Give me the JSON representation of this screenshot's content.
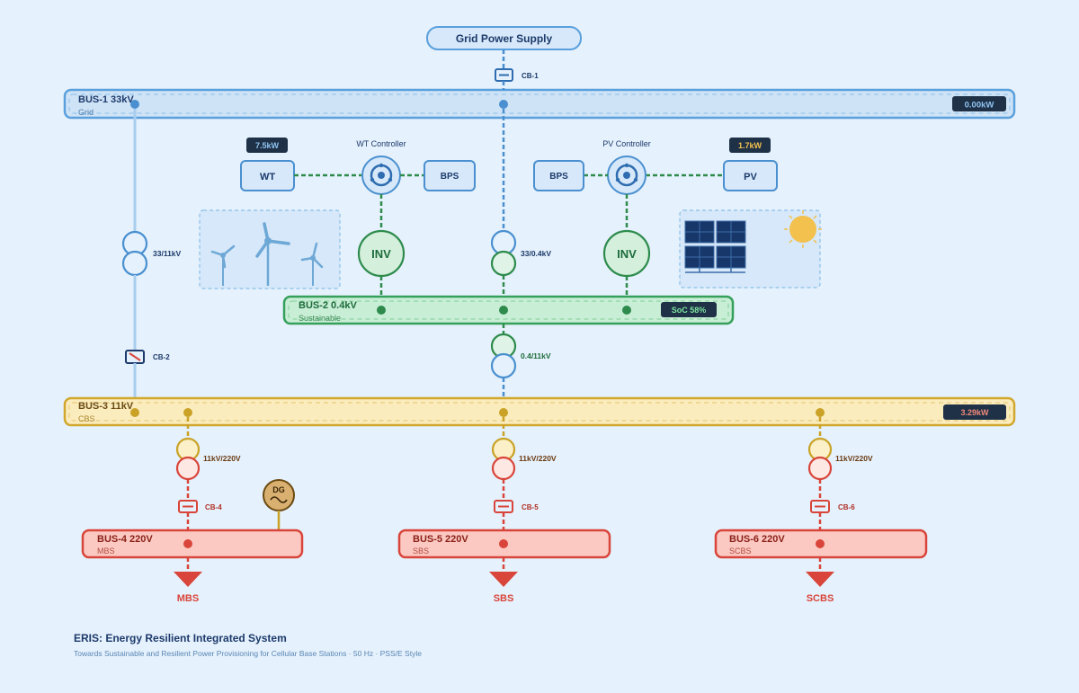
{
  "supply": {
    "label": "Grid Power Supply"
  },
  "breakers": {
    "cb1": "CB-1",
    "cb2": "CB-2",
    "cb4": "CB-4",
    "cb5": "CB-5",
    "cb6": "CB-6"
  },
  "bus1": {
    "name": "BUS-1 33kV",
    "sub": "Grid",
    "reading": "0.00kW"
  },
  "bus2": {
    "name": "BUS-2 0.4kV",
    "sub": "Sustainable",
    "reading": "SoC 58%"
  },
  "bus3": {
    "name": "BUS-3 11kV",
    "sub": "CBS",
    "reading": "3.29kW"
  },
  "bus4": {
    "name": "BUS-4 220V",
    "sub": "MBS"
  },
  "bus5": {
    "name": "BUS-5 220V",
    "sub": "SBS"
  },
  "bus6": {
    "name": "BUS-6 220V",
    "sub": "SCBS"
  },
  "wind": {
    "box": "WT",
    "reading": "7.5kW",
    "controller": "WT Controller",
    "bps": "BPS",
    "inv": "INV"
  },
  "solar": {
    "box": "PV",
    "reading": "1.7kW",
    "controller": "PV Controller",
    "bps": "BPS",
    "inv": "INV"
  },
  "transformers": {
    "t1": "33/11kV",
    "t2": "33/0.4kV",
    "t3": "0.4/11kV",
    "t4": "11kV/220V",
    "t5": "11kV/220V",
    "t6": "11kV/220V"
  },
  "dg": {
    "label": "DG"
  },
  "loads": {
    "mbs": "MBS",
    "sbs": "SBS",
    "scbs": "SCBS"
  },
  "footer": {
    "title": "ERIS: Energy Resilient Integrated System",
    "subtitle": "Towards Sustainable and Resilient Power Provisioning for Cellular Base Stations · 50 Hz · PSS/E Style"
  },
  "colors": {
    "grid": "#4a90d0",
    "sustainable": "#2e8b4c",
    "cbs": "#c9a227",
    "load": "#d9453a",
    "navy": "#1c3a6b"
  }
}
